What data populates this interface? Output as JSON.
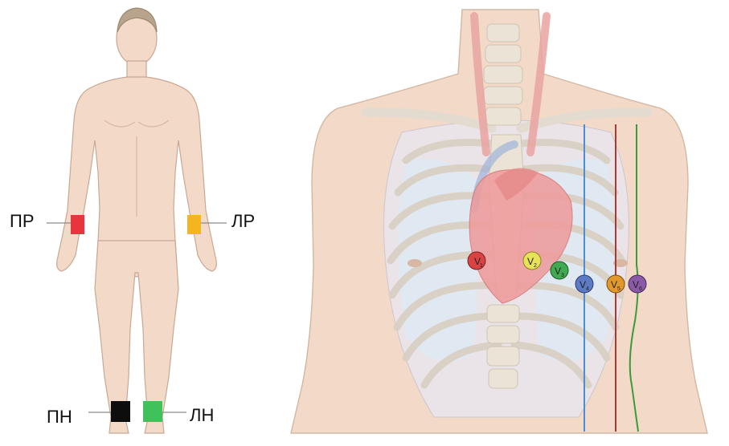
{
  "limb_leads": [
    {
      "id": "ra",
      "label": "ПР",
      "color": "#e8343f"
    },
    {
      "id": "la",
      "label": "ЛР",
      "color": "#f4b51e"
    },
    {
      "id": "rl",
      "label": "ПН",
      "color": "#0d0d0d"
    },
    {
      "id": "ll",
      "label": "ЛН",
      "color": "#3fc25a"
    }
  ],
  "chest_electrodes": [
    {
      "label": "V",
      "sub": "1",
      "color": "#d94343"
    },
    {
      "label": "V",
      "sub": "2",
      "color": "#e8e25a"
    },
    {
      "label": "V",
      "sub": "3",
      "color": "#3faa4f"
    },
    {
      "label": "V",
      "sub": "4",
      "color": "#5c7bc4"
    },
    {
      "label": "V",
      "sub": "5",
      "color": "#e2992b"
    },
    {
      "label": "V",
      "sub": "6",
      "color": "#8a5aa8"
    }
  ],
  "reference_lines": [
    {
      "color": "#4a8fd6"
    },
    {
      "color": "#a53a36"
    },
    {
      "color": "#3c9a3c"
    }
  ],
  "colors": {
    "skin": "#f2d9c8",
    "skin_outline": "#c9a894",
    "bone": "#ece4d8",
    "heart": "#ef9a9a"
  }
}
